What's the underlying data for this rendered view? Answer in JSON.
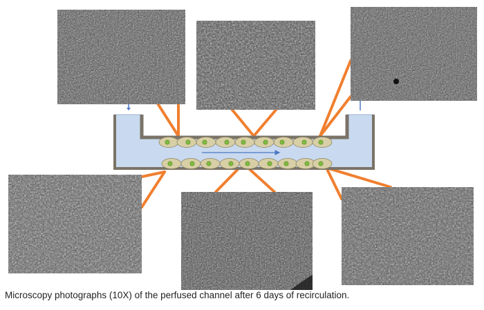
{
  "caption": "Microscopy photographs (10X) of the perfused channel after 6 days of recirculation.",
  "colors": {
    "connector": "#f07f2f",
    "channel_fill": "#c9d9ef",
    "channel_wall": "#7a7367",
    "cell_fill": "#d8cfa6",
    "cell_stroke": "#8e8664",
    "nucleus": "#7fb941",
    "flow_arrow": "#4a78c2"
  },
  "icons": {
    "inlet": "arrow-down-icon",
    "outlet": "arrow-up-icon",
    "flow": "arrow-right-icon"
  },
  "micrographs": [
    {
      "id": "top-left"
    },
    {
      "id": "top-center"
    },
    {
      "id": "top-right"
    },
    {
      "id": "bottom-left"
    },
    {
      "id": "bottom-center"
    },
    {
      "id": "bottom-right"
    }
  ]
}
